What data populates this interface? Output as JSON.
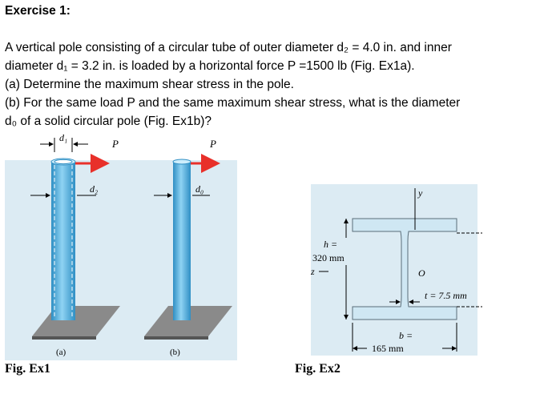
{
  "exercise": {
    "title": "Exercise 1:",
    "line1": "A vertical pole consisting of a circular tube of outer diameter d₂ = 4.0 in. and inner",
    "line2": "diameter d₁ = 3.2 in. is loaded by a horizontal force P =1500 lb (Fig. Ex1a).",
    "line3": "(a) Determine the maximum shear stress in the pole.",
    "line4": "(b) For the same load P and the same maximum shear stress, what is the diameter",
    "line5": "d₀ of a solid circular pole (Fig. Ex1b)?"
  },
  "fig1": {
    "label": "Fig. Ex1",
    "d1": "d₁",
    "d2": "d₂",
    "d0": "d₀",
    "P_a": "P",
    "P_b": "P",
    "sub_a": "(a)",
    "sub_b": "(b)"
  },
  "fig2": {
    "label": "Fig. Ex2",
    "h_label": "h =",
    "h_value": "320 mm",
    "z_axis": "z",
    "y_axis": "y",
    "origin": "O",
    "t_label": "t = 7.5 mm",
    "b_label": "b =",
    "b_value": "165 mm"
  },
  "colors": {
    "panel": "#dcebf3",
    "tube": "#5bb8e6",
    "arrow": "#e8302a",
    "base": "#7d7d7d"
  }
}
